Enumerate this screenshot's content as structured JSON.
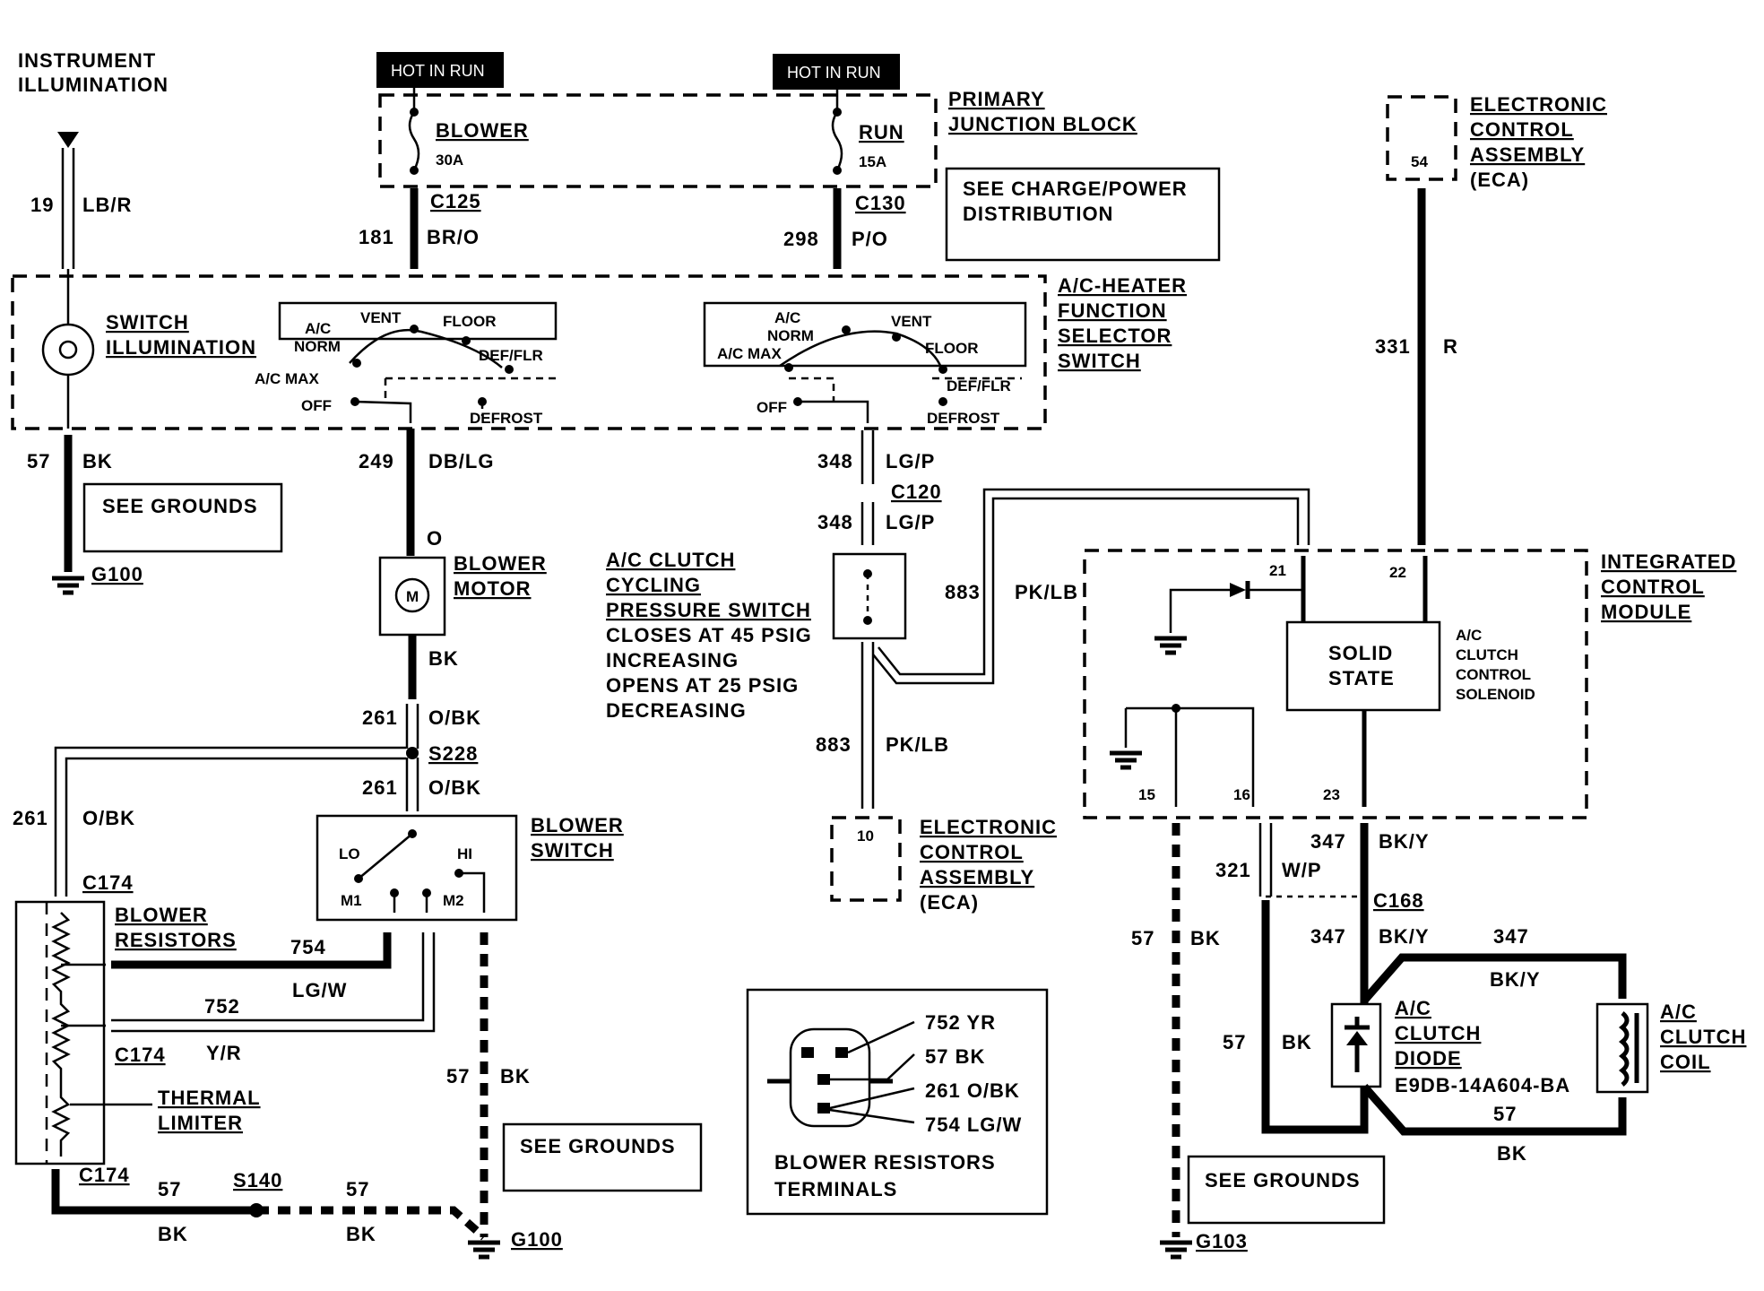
{
  "top_left_title": [
    "INSTRUMENT",
    "ILLUMINATION"
  ],
  "hot_labels": [
    "HOT IN RUN",
    "HOT IN RUN"
  ],
  "fuses": {
    "blower": {
      "name": "BLOWER",
      "rating": "30A"
    },
    "run": {
      "name": "RUN",
      "rating": "15A"
    }
  },
  "primary_junction_block": [
    "PRIMARY",
    "JUNCTION BLOCK"
  ],
  "see_charge": [
    "SEE CHARGE/POWER",
    "DISTRIBUTION"
  ],
  "eca_top": {
    "lines": [
      "ELECTRONIC",
      "CONTROL",
      "ASSEMBLY",
      "(ECA)"
    ],
    "pin": "54"
  },
  "eca_bottom": {
    "lines": [
      "ELECTRONIC",
      "CONTROL",
      "ASSEMBLY",
      "(ECA)"
    ],
    "pin": "10"
  },
  "connectors": {
    "c125": "C125",
    "c130": "C130",
    "c120": "C120",
    "c174a": "C174",
    "c174b": "C174",
    "c174c": "C174",
    "c168": "C168",
    "s228": "S228",
    "s140": "S140"
  },
  "wires": {
    "w19": "19",
    "lbr": "LB/R",
    "w181": "181",
    "bro": "BR/O",
    "w298": "298",
    "po": "P/O",
    "w331": "331",
    "r": "R",
    "w57a": "57",
    "bk_a": "BK",
    "w249": "249",
    "dblg": "DB/LG",
    "w348a": "348",
    "lgp_a": "LG/P",
    "w348b": "348",
    "lgp_b": "LG/P",
    "o": "O",
    "bk_motor": "BK",
    "w883a": "883",
    "pklb_a": "PK/LB",
    "w883b": "883",
    "pklb_b": "PK/LB",
    "w261a": "261",
    "obk_a": "O/BK",
    "w261b": "261",
    "obk_b": "O/BK",
    "w261c": "261",
    "obk_c": "O/BK",
    "w754": "754",
    "lgw": "LG/W",
    "w752": "752",
    "yr": "Y/R",
    "w57b": "57",
    "bk_b": "BK",
    "w57c": "57",
    "bk_c": "BK",
    "w57d": "57",
    "bk_d": "BK",
    "w347a": "347",
    "bky_a": "BK/Y",
    "w321": "321",
    "wp": "W/P",
    "w347b": "347",
    "bky_b": "BK/Y",
    "w347c": "347",
    "bky_c": "BK/Y",
    "w57e": "57",
    "bk_e": "BK",
    "w57f": "57",
    "bk_f": "BK",
    "w57g": "57",
    "bk_g": "BK",
    "w57h": "57",
    "bk_h": "BK"
  },
  "switch_illumination": [
    "SWITCH",
    "ILLUMINATION"
  ],
  "selector_switch": [
    "A/C-HEATER",
    "FUNCTION",
    "SELECTOR",
    "SWITCH"
  ],
  "selector_left": {
    "vent": "VENT",
    "floor": "FLOOR",
    "ac": "A/C",
    "norm": "NORM",
    "def_flr": "DEF/FLR",
    "ac_max": "A/C MAX",
    "off": "OFF",
    "defrost": "DEFROST"
  },
  "selector_right": {
    "ac": "A/C",
    "norm": "NORM",
    "vent": "VENT",
    "ac_max": "A/C MAX",
    "floor": "FLOOR",
    "def_flr": "DEF/FLR",
    "off": "OFF",
    "defrost": "DEFROST"
  },
  "see_grounds": [
    "SEE GROUNDS",
    "SEE GROUNDS",
    "SEE GROUNDS"
  ],
  "grounds": {
    "g100a": "G100",
    "g100b": "G100",
    "g103": "G103"
  },
  "blower_motor": [
    "BLOWER",
    "MOTOR"
  ],
  "motor_symbol": "M",
  "pressure_switch": [
    "A/C CLUTCH",
    "CYCLING",
    "PRESSURE SWITCH",
    "CLOSES AT 45 PSIG",
    "INCREASING",
    "OPENS AT 25 PSIG",
    "DECREASING"
  ],
  "blower_switch": {
    "title": [
      "BLOWER",
      "SWITCH"
    ],
    "lo": "LO",
    "hi": "HI",
    "m1": "M1",
    "m2": "M2"
  },
  "blower_resistors": [
    "BLOWER",
    "RESISTORS"
  ],
  "thermal_limiter": [
    "THERMAL",
    "LIMITER"
  ],
  "terminals_box": {
    "items": [
      "752 YR",
      "57 BK",
      "261 O/BK",
      "754 LG/W"
    ],
    "caption": [
      "BLOWER RESISTORS",
      "TERMINALS"
    ]
  },
  "icm": {
    "title": [
      "INTEGRATED",
      "CONTROL",
      "MODULE"
    ],
    "solid_state": [
      "SOLID",
      "STATE"
    ],
    "solenoid": [
      "A/C",
      "CLUTCH",
      "CONTROL",
      "SOLENOID"
    ],
    "pins": {
      "p21": "21",
      "p22": "22",
      "p15": "15",
      "p16": "16",
      "p23": "23"
    }
  },
  "clutch_diode": {
    "lines": [
      "A/C",
      "CLUTCH",
      "DIODE"
    ],
    "part": "E9DB-14A604-BA"
  },
  "clutch_coil": [
    "A/C",
    "CLUTCH",
    "COIL"
  ]
}
